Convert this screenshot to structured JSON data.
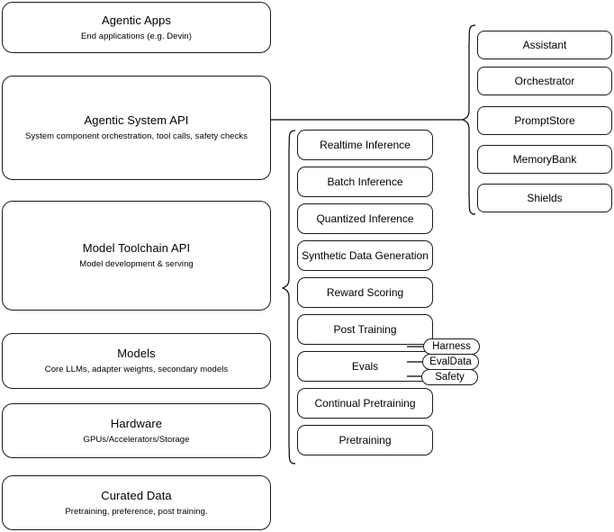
{
  "diagram": {
    "type": "layered-architecture-stack",
    "background": "#ffffff",
    "stroke_color": "#1a1a1a"
  },
  "stack": {
    "layers": [
      {
        "title": "Agentic Apps",
        "subtitle": "End applications (e.g. Devin)"
      },
      {
        "title": "Agentic System API",
        "subtitle": "System component orchestration, tool calls, safety checks"
      },
      {
        "title": "Model Toolchain API",
        "subtitle": "Model development & serving"
      },
      {
        "title": "Models",
        "subtitle": "Core LLMs, adapter weights, secondary models"
      },
      {
        "title": "Hardware",
        "subtitle": "GPUs/Accelerators/Storage"
      },
      {
        "title": "Curated Data",
        "subtitle": "Pretraining, preference, post training."
      }
    ]
  },
  "toolchain": {
    "items": [
      {
        "label": "Realtime Inference"
      },
      {
        "label": "Batch Inference"
      },
      {
        "label": "Quantized Inference"
      },
      {
        "label": "Synthetic Data Generation"
      },
      {
        "label": "Reward Scoring"
      },
      {
        "label": "Post Training"
      },
      {
        "label": "Evals"
      },
      {
        "label": "Continual Pretraining"
      },
      {
        "label": "Pretraining"
      }
    ],
    "eval_tags": [
      {
        "label": "Harness"
      },
      {
        "label": "EvalData"
      },
      {
        "label": "Safety"
      }
    ]
  },
  "agentic_components": {
    "items": [
      {
        "label": "Assistant"
      },
      {
        "label": "Orchestrator"
      },
      {
        "label": "PromptStore"
      },
      {
        "label": "MemoryBank"
      },
      {
        "label": "Shields"
      }
    ]
  }
}
